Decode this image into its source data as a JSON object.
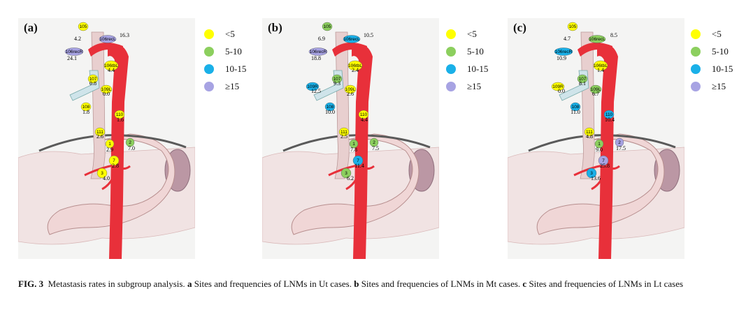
{
  "legend": {
    "items": [
      {
        "label": "<5",
        "color": "#ffff00"
      },
      {
        "label": "5-10",
        "color": "#8ccf5e"
      },
      {
        "label": "10-15",
        "color": "#1ab0e8"
      },
      {
        "label": "≥15",
        "color": "#a7a3e3"
      }
    ]
  },
  "colors": {
    "artery": "#e8303a",
    "stomach": "#f0d6d6",
    "diaphragm": "#5a5a5a",
    "trachea": "#cfe4ea",
    "spleen": "#b28a9a"
  },
  "panels": [
    {
      "letter": "(a)",
      "nodes": [
        {
          "id": "105",
          "rate": "4.2",
          "color": "#ffff00"
        },
        {
          "id": "106recL",
          "rate": "16.3",
          "color": "#a7a3e3"
        },
        {
          "id": "106recR",
          "rate": "24.1",
          "color": "#a7a3e3"
        },
        {
          "id": "106tbL",
          "rate": "4.4",
          "color": "#ffff00"
        },
        {
          "id": "107",
          "rate": "0.8",
          "color": "#ffff00"
        },
        {
          "id": "109L",
          "rate": "0.0",
          "color": "#ffff00"
        },
        {
          "id": "108",
          "rate": "1.8",
          "color": "#ffff00"
        },
        {
          "id": "110",
          "rate": "1.6",
          "color": "#ffff00"
        },
        {
          "id": "111",
          "rate": "2.6",
          "color": "#ffff00"
        },
        {
          "id": "1",
          "rate": "2.9",
          "color": "#ffff00"
        },
        {
          "id": "2",
          "rate": "7.0",
          "color": "#8ccf5e"
        },
        {
          "id": "7",
          "rate": "2.8",
          "color": "#ffff00"
        },
        {
          "id": "3",
          "rate": "4.0",
          "color": "#ffff00"
        }
      ]
    },
    {
      "letter": "(b)",
      "nodes": [
        {
          "id": "105",
          "rate": "6.9",
          "color": "#8ccf5e"
        },
        {
          "id": "106recL",
          "rate": "10.5",
          "color": "#1ab0e8"
        },
        {
          "id": "106recR",
          "rate": "18.8",
          "color": "#a7a3e3"
        },
        {
          "id": "106tbL",
          "rate": "2.4",
          "color": "#ffff00"
        },
        {
          "id": "107",
          "rate": "9.3",
          "color": "#8ccf5e"
        },
        {
          "id": "109L",
          "rate": "2.6",
          "color": "#ffff00"
        },
        {
          "id": "109R",
          "rate": "12.5",
          "color": "#1ab0e8"
        },
        {
          "id": "108",
          "rate": "10.0",
          "color": "#1ab0e8"
        },
        {
          "id": "110",
          "rate": "4.4",
          "color": "#ffff00"
        },
        {
          "id": "111",
          "rate": "2.5",
          "color": "#ffff00"
        },
        {
          "id": "1",
          "rate": "7.8",
          "color": "#8ccf5e"
        },
        {
          "id": "2",
          "rate": "7.5",
          "color": "#8ccf5e"
        },
        {
          "id": "7",
          "rate": "11.4",
          "color": "#1ab0e8"
        },
        {
          "id": "3",
          "rate": "6.2",
          "color": "#8ccf5e"
        }
      ]
    },
    {
      "letter": "(c)",
      "nodes": [
        {
          "id": "105",
          "rate": "4.7",
          "color": "#ffff00"
        },
        {
          "id": "106recL",
          "rate": "8.5",
          "color": "#8ccf5e"
        },
        {
          "id": "106recR",
          "rate": "10.9",
          "color": "#1ab0e8"
        },
        {
          "id": "106tbL",
          "rate": "1.4",
          "color": "#ffff00"
        },
        {
          "id": "107",
          "rate": "8.1",
          "color": "#8ccf5e"
        },
        {
          "id": "109L",
          "rate": "6.7",
          "color": "#8ccf5e"
        },
        {
          "id": "109R",
          "rate": "0.0",
          "color": "#ffff00"
        },
        {
          "id": "108",
          "rate": "11.0",
          "color": "#1ab0e8"
        },
        {
          "id": "110",
          "rate": "10.4",
          "color": "#1ab0e8"
        },
        {
          "id": "111",
          "rate": "4.8",
          "color": "#ffff00"
        },
        {
          "id": "1",
          "rate": "9.0",
          "color": "#8ccf5e"
        },
        {
          "id": "2",
          "rate": "17.5",
          "color": "#a7a3e3"
        },
        {
          "id": "7",
          "rate": "25.8",
          "color": "#a7a3e3"
        },
        {
          "id": "3",
          "rate": "13.6",
          "color": "#1ab0e8"
        }
      ]
    }
  ],
  "caption": {
    "fig": "FIG. 3",
    "intro": "Metastasis rates in subgroup analysis.",
    "a_letter": "a",
    "a_text": "Sites and frequencies of LNMs in Ut cases.",
    "b_letter": "b",
    "b_text": "Sites and frequencies of LNMs in Mt cases.",
    "c_letter": "c",
    "c_text": "Sites and frequencies of LNMs in Lt cases"
  }
}
